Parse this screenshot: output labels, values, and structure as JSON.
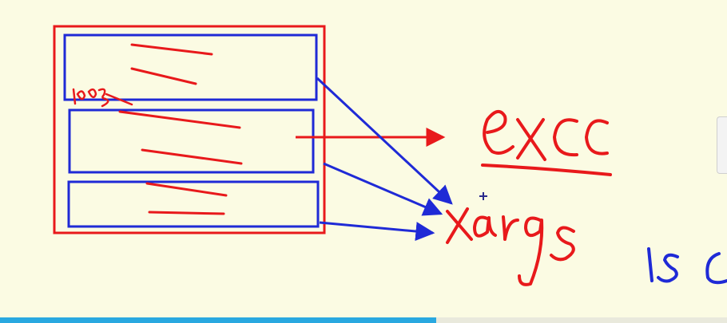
{
  "colors": {
    "background": "#fbfbe3",
    "ink_red": "#e8191b",
    "ink_blue": "#1f2ad6",
    "progress": "#29a8e0"
  },
  "diagram": {
    "outer_box": "outer-container",
    "inner_boxes": [
      "segment-1",
      "segment-2",
      "segment-3"
    ],
    "handwriting": {
      "small_label": "1003",
      "exec_word": "exec",
      "xargs_word": "xargs",
      "ls_word": "ls"
    }
  },
  "video": {
    "progress_fraction": 0.6
  },
  "icons": {
    "cursor": "crosshair-icon",
    "scrollbar": "scroll-handle"
  }
}
